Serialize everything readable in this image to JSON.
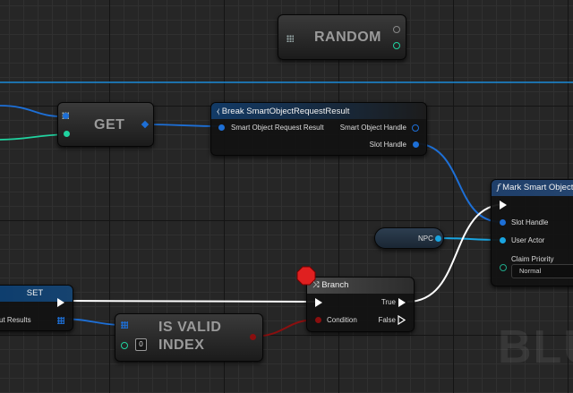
{
  "nodes": {
    "random": {
      "title": "RANDOM"
    },
    "get": {
      "title": "GET"
    },
    "break": {
      "title": "Break SmartObjectRequestResult",
      "pin_in": "Smart Object Request Result",
      "pin_out1": "Smart Object Handle",
      "pin_out2": "Slot Handle"
    },
    "mark": {
      "title": "Mark Smart Object",
      "pin1": "Slot Handle",
      "pin2": "User Actor",
      "pin3": "Claim Priority",
      "priority_value": "Normal"
    },
    "npc": {
      "title": "NPC"
    },
    "set": {
      "title": "SET",
      "pin_out": "ut Results"
    },
    "isvalid": {
      "title_line1": "IS VALID",
      "title_line2": "INDEX",
      "index_value": "0"
    },
    "branch": {
      "title": "Branch",
      "pin_condition": "Condition",
      "pin_true": "True",
      "pin_false": "False"
    }
  },
  "watermark": "BLU",
  "colors": {
    "struct_pin": "#1d6fd6",
    "object_pin": "#19a4e0",
    "int_pin": "#20d3a0",
    "bool_pin": "#8a0f0f",
    "exec_wire": "#ffffff",
    "break_header": "#123a66",
    "branch_header": "#4a4a4a",
    "breakpoint": "#e02020"
  },
  "icons": {
    "break_header": "break-struct-icon",
    "branch_header": "branch-icon",
    "mark_header": "function-icon",
    "breakpoint": "breakpoint-octagon-icon"
  }
}
